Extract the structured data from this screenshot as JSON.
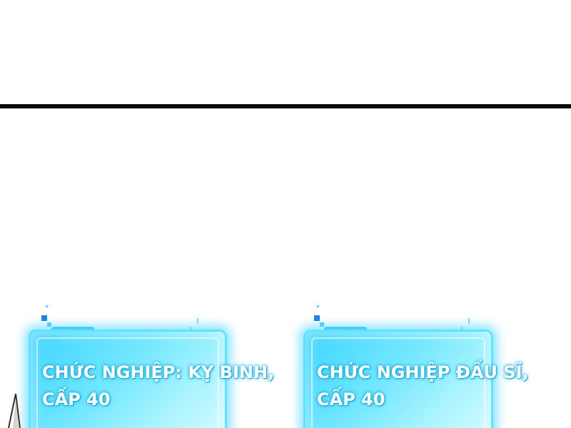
{
  "stat_boxes": [
    {
      "line1": "CHỨC NGHIỆP: KỴ BINH,",
      "line2": "CẤP 40"
    },
    {
      "line1": "CHỨC NGHIỆP ĐẤU SĨ,",
      "line2": "CẤP 40"
    }
  ],
  "colors": {
    "panel_background": "#ffffff",
    "divider": "#0a0a0a",
    "box_glow": "#5fe3ff",
    "text": "#ffffff",
    "pixel_accent": "#1e7fe0"
  },
  "icons": [
    "spear-tip-icon"
  ]
}
